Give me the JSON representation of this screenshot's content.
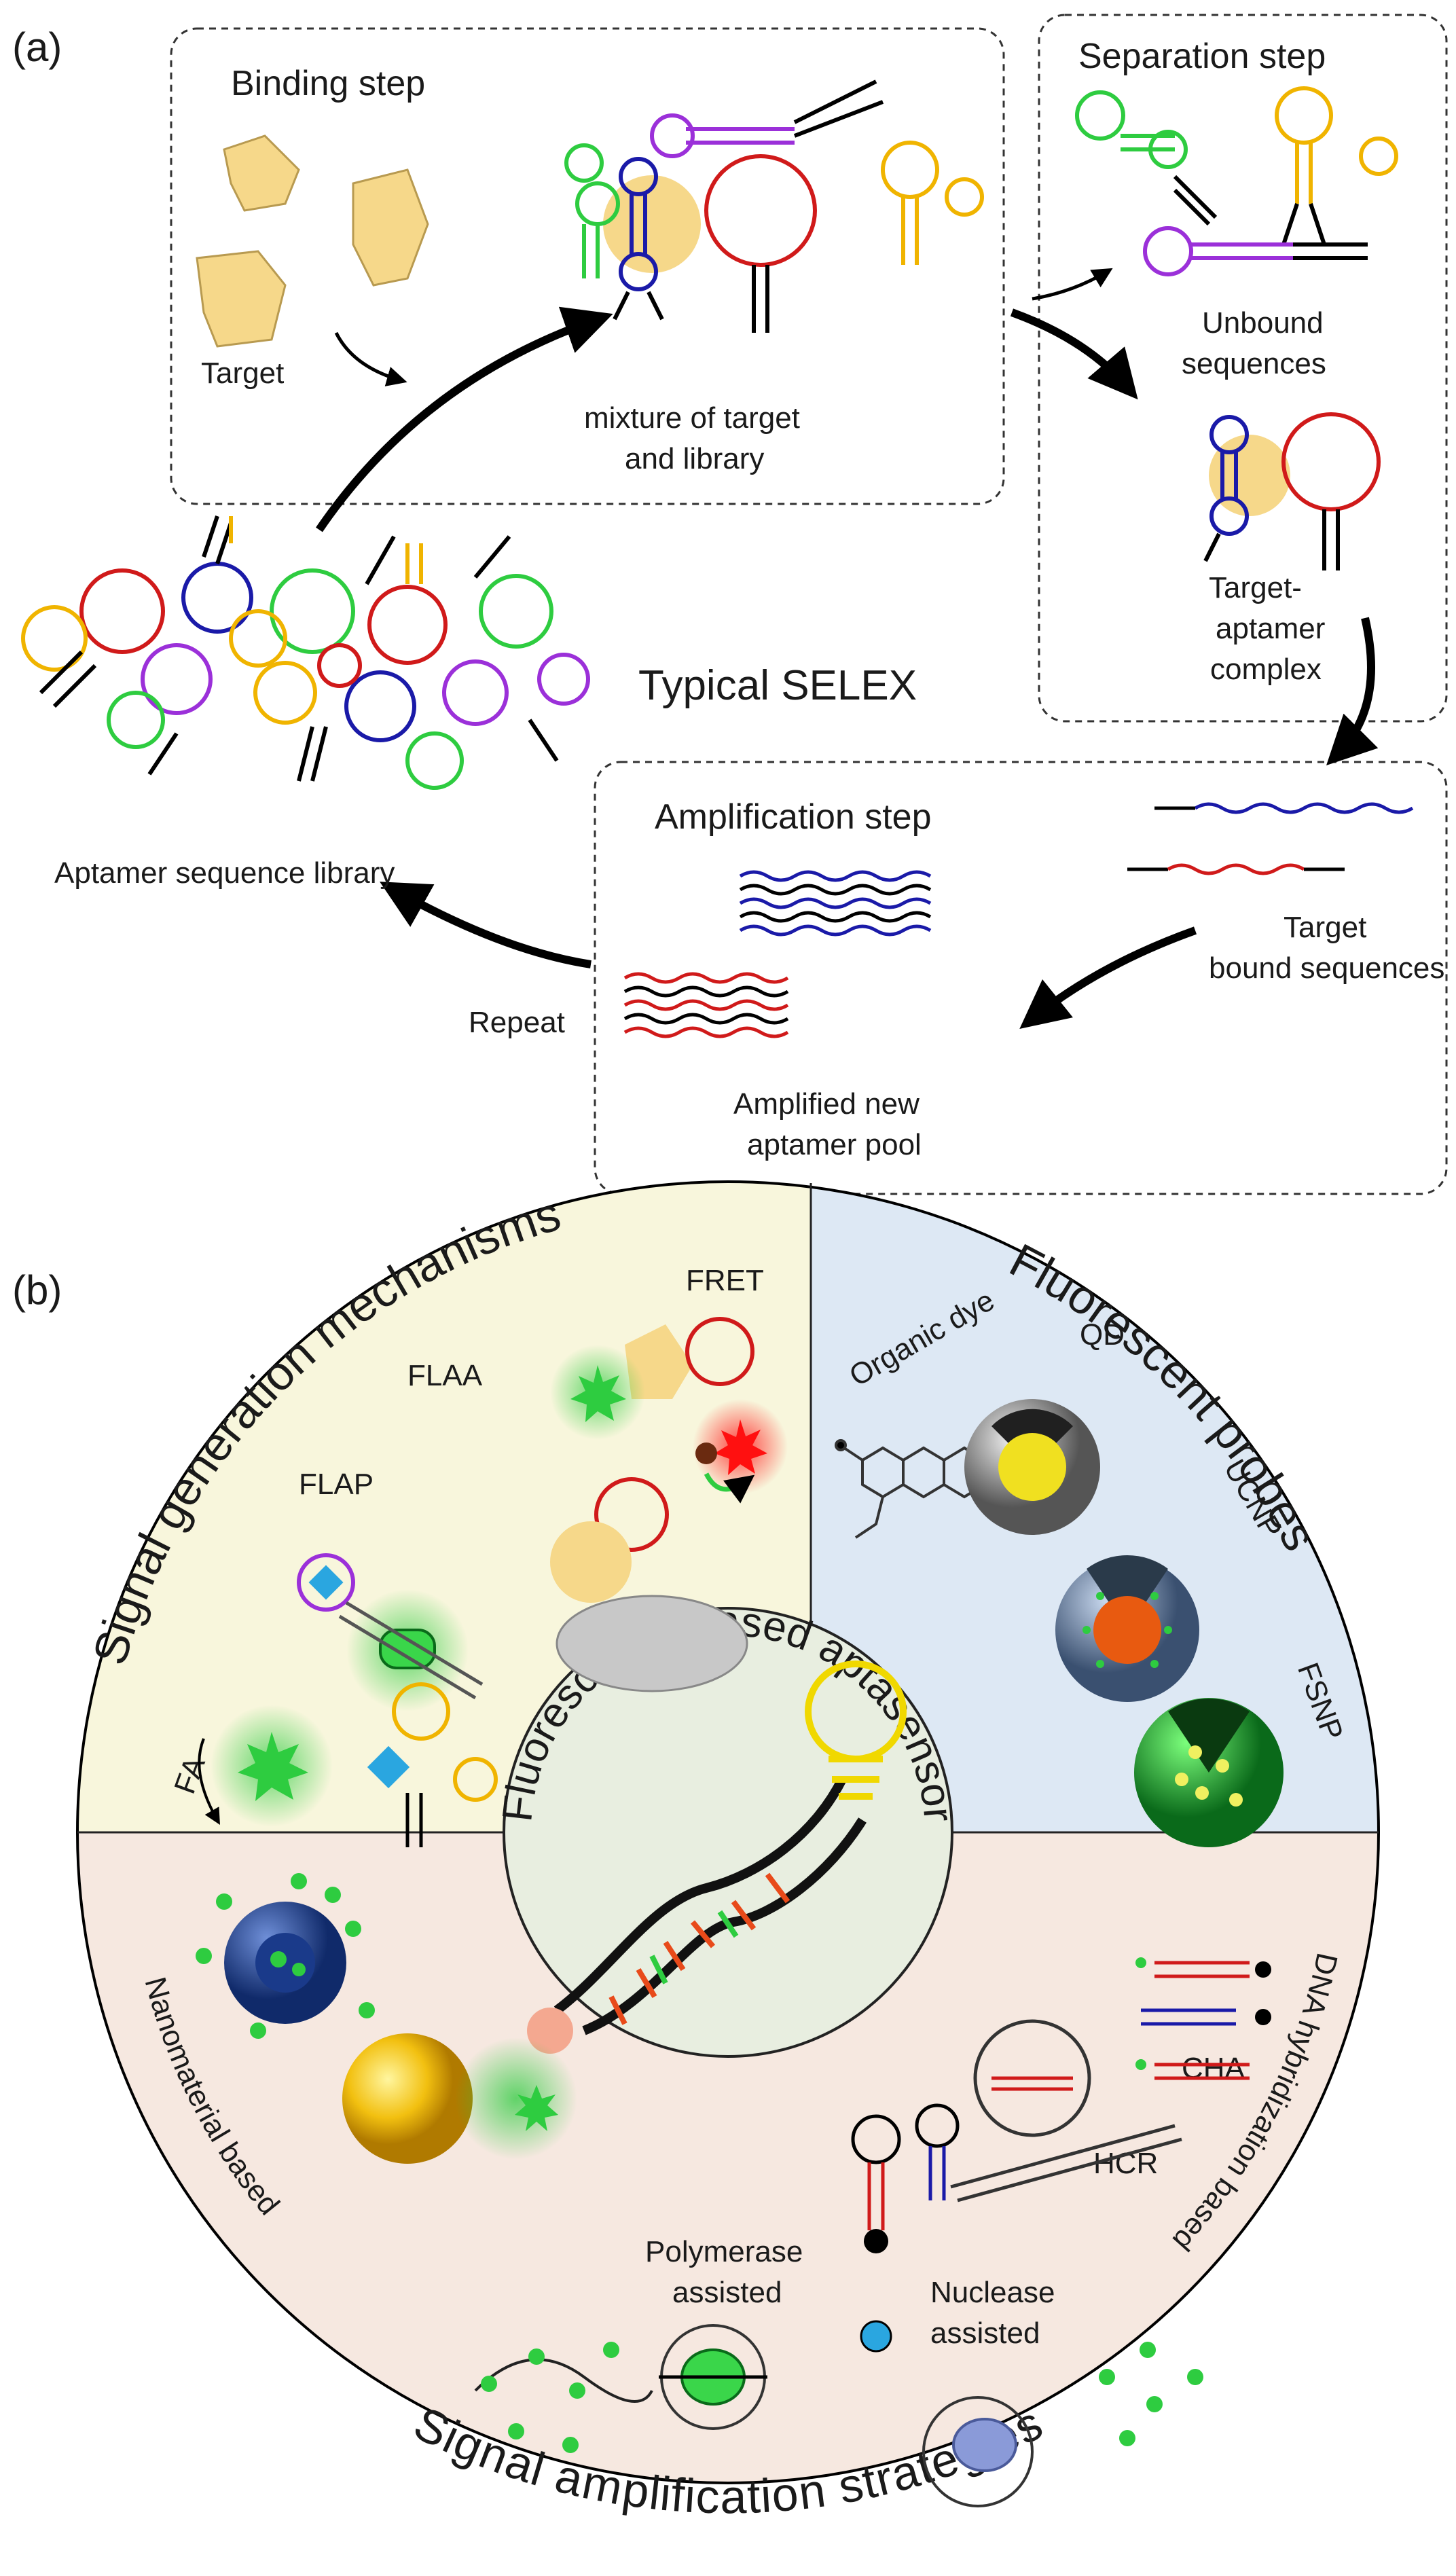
{
  "panel_a": {
    "label": "(a)",
    "binding_title": "Binding step",
    "separation_title": "Separation step",
    "amplification_title": "Amplification step",
    "target": "Target",
    "mixture_line1": "mixture of target",
    "mixture_line2": "and library",
    "unbound_line1": "Unbound",
    "unbound_line2": "sequences",
    "complex_line1": "Target-",
    "complex_line2": "aptamer",
    "complex_line3": "complex",
    "selex": "Typical SELEX",
    "library": "Aptamer sequence library",
    "repeat": "Repeat",
    "bound_line1": "Target",
    "bound_line2": "bound sequences",
    "pool_line1": "Amplified new",
    "pool_line2": "aptamer pool"
  },
  "panel_b": {
    "label": "(b)",
    "signal_generation": "Signal generation mechanisms",
    "fluorescent_probes": "Fluorescent probes",
    "dna_hybridization": "DNA hybridization based",
    "signal_amplification": "Signal amplification strategies",
    "nanomaterial": "Nanomaterial based",
    "center": "Fluorescence based aptasensor",
    "fret": "FRET",
    "flaa": "FLAA",
    "flap": "FLAP",
    "fa": "FA",
    "organic_dye": "Organic dye",
    "qd": "QD",
    "ucnp": "UCNP",
    "fsnp": "FSNP",
    "cha": "CHA",
    "hcr": "HCR",
    "polymerase_line1": "Polymerase",
    "polymerase_line2": "assisted",
    "nuclease_line1": "Nuclease",
    "nuclease_line2": "assisted"
  },
  "colors": {
    "aptamer_green": "#2ecc40",
    "aptamer_purple": "#9b30d9",
    "aptamer_yellow": "#f0b400",
    "aptamer_blue": "#1a1aa8",
    "aptamer_red": "#d01a1a",
    "target_tan": "#f6d88a",
    "quadrant_signal": "#f8f6dc",
    "quadrant_probes": "#dde8f4",
    "quadrant_amplification": "#f6e8e0",
    "center_fill": "#e8eee0"
  }
}
